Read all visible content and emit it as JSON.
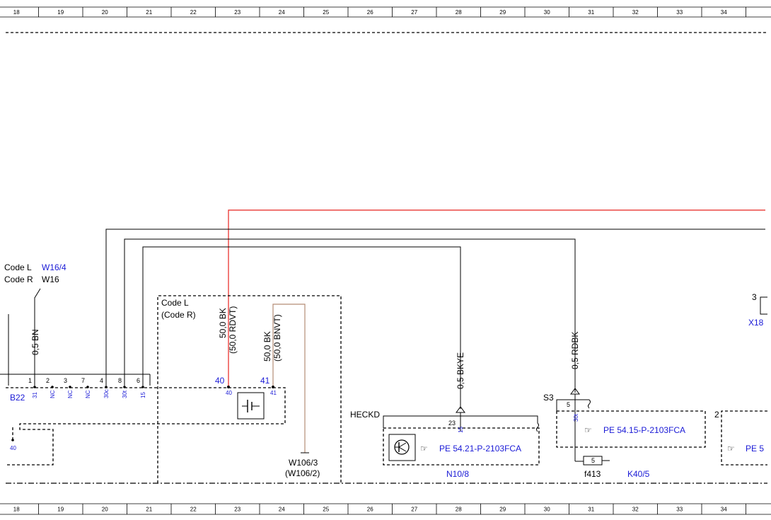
{
  "column_numbers": [
    "18",
    "19",
    "20",
    "21",
    "22",
    "23",
    "24",
    "25",
    "26",
    "27",
    "28",
    "29",
    "30",
    "31",
    "32",
    "33",
    "34"
  ],
  "labels": {
    "code_l_left": "Code L",
    "code_r_left": "Code R",
    "w16_4": "W16/4",
    "w16": "W16",
    "b22": "B22",
    "code_l_box": "Code L",
    "code_r_box": "(Code R)",
    "w106_3": "W106/3",
    "w106_2": "(W106/2)",
    "heckd": "HECKD",
    "s3": "S3",
    "n10_8": "N10/8",
    "k40_5": "K40/5",
    "f413": "f413",
    "x18": "X18",
    "three": "3",
    "two": "2"
  },
  "wires": {
    "bn": "0,5 BN",
    "bk_red": "50,0 BK",
    "bk_red_alt": "(50,0 RDVT)",
    "bk_brown": "50,0 BK",
    "bk_brown_alt": "(50,0 BNVT)",
    "bkye": "0,5 BKYE",
    "rdbk": "0,5 RDBK"
  },
  "pins": {
    "p40": "40",
    "p41": "41",
    "p23": "23",
    "p5": "5",
    "p15": "15",
    "p30t": "30t",
    "p40b": "40",
    "p41b": "41",
    "p40_small": "40",
    "fuse_5": "5"
  },
  "connector": {
    "numbers": [
      "1",
      "2",
      "3",
      "7",
      "4",
      "8",
      "6"
    ],
    "subs": [
      "31",
      "NC",
      "NC",
      "NC",
      "30c",
      "30t",
      "15"
    ]
  },
  "references": {
    "n10_ref": "PE 54.21-P-2103FCA",
    "k40_ref": "PE 54.15-P-2103FCA",
    "right_ref": "PE 5"
  },
  "colors": {
    "red_wire": "#e8231f",
    "brown_wire": "#b58c74",
    "blue_text": "#1a1ad6"
  },
  "icons": {
    "pointer": "pointing-hand-icon",
    "transistor": "transistor-icon",
    "battery": "battery-icon"
  }
}
